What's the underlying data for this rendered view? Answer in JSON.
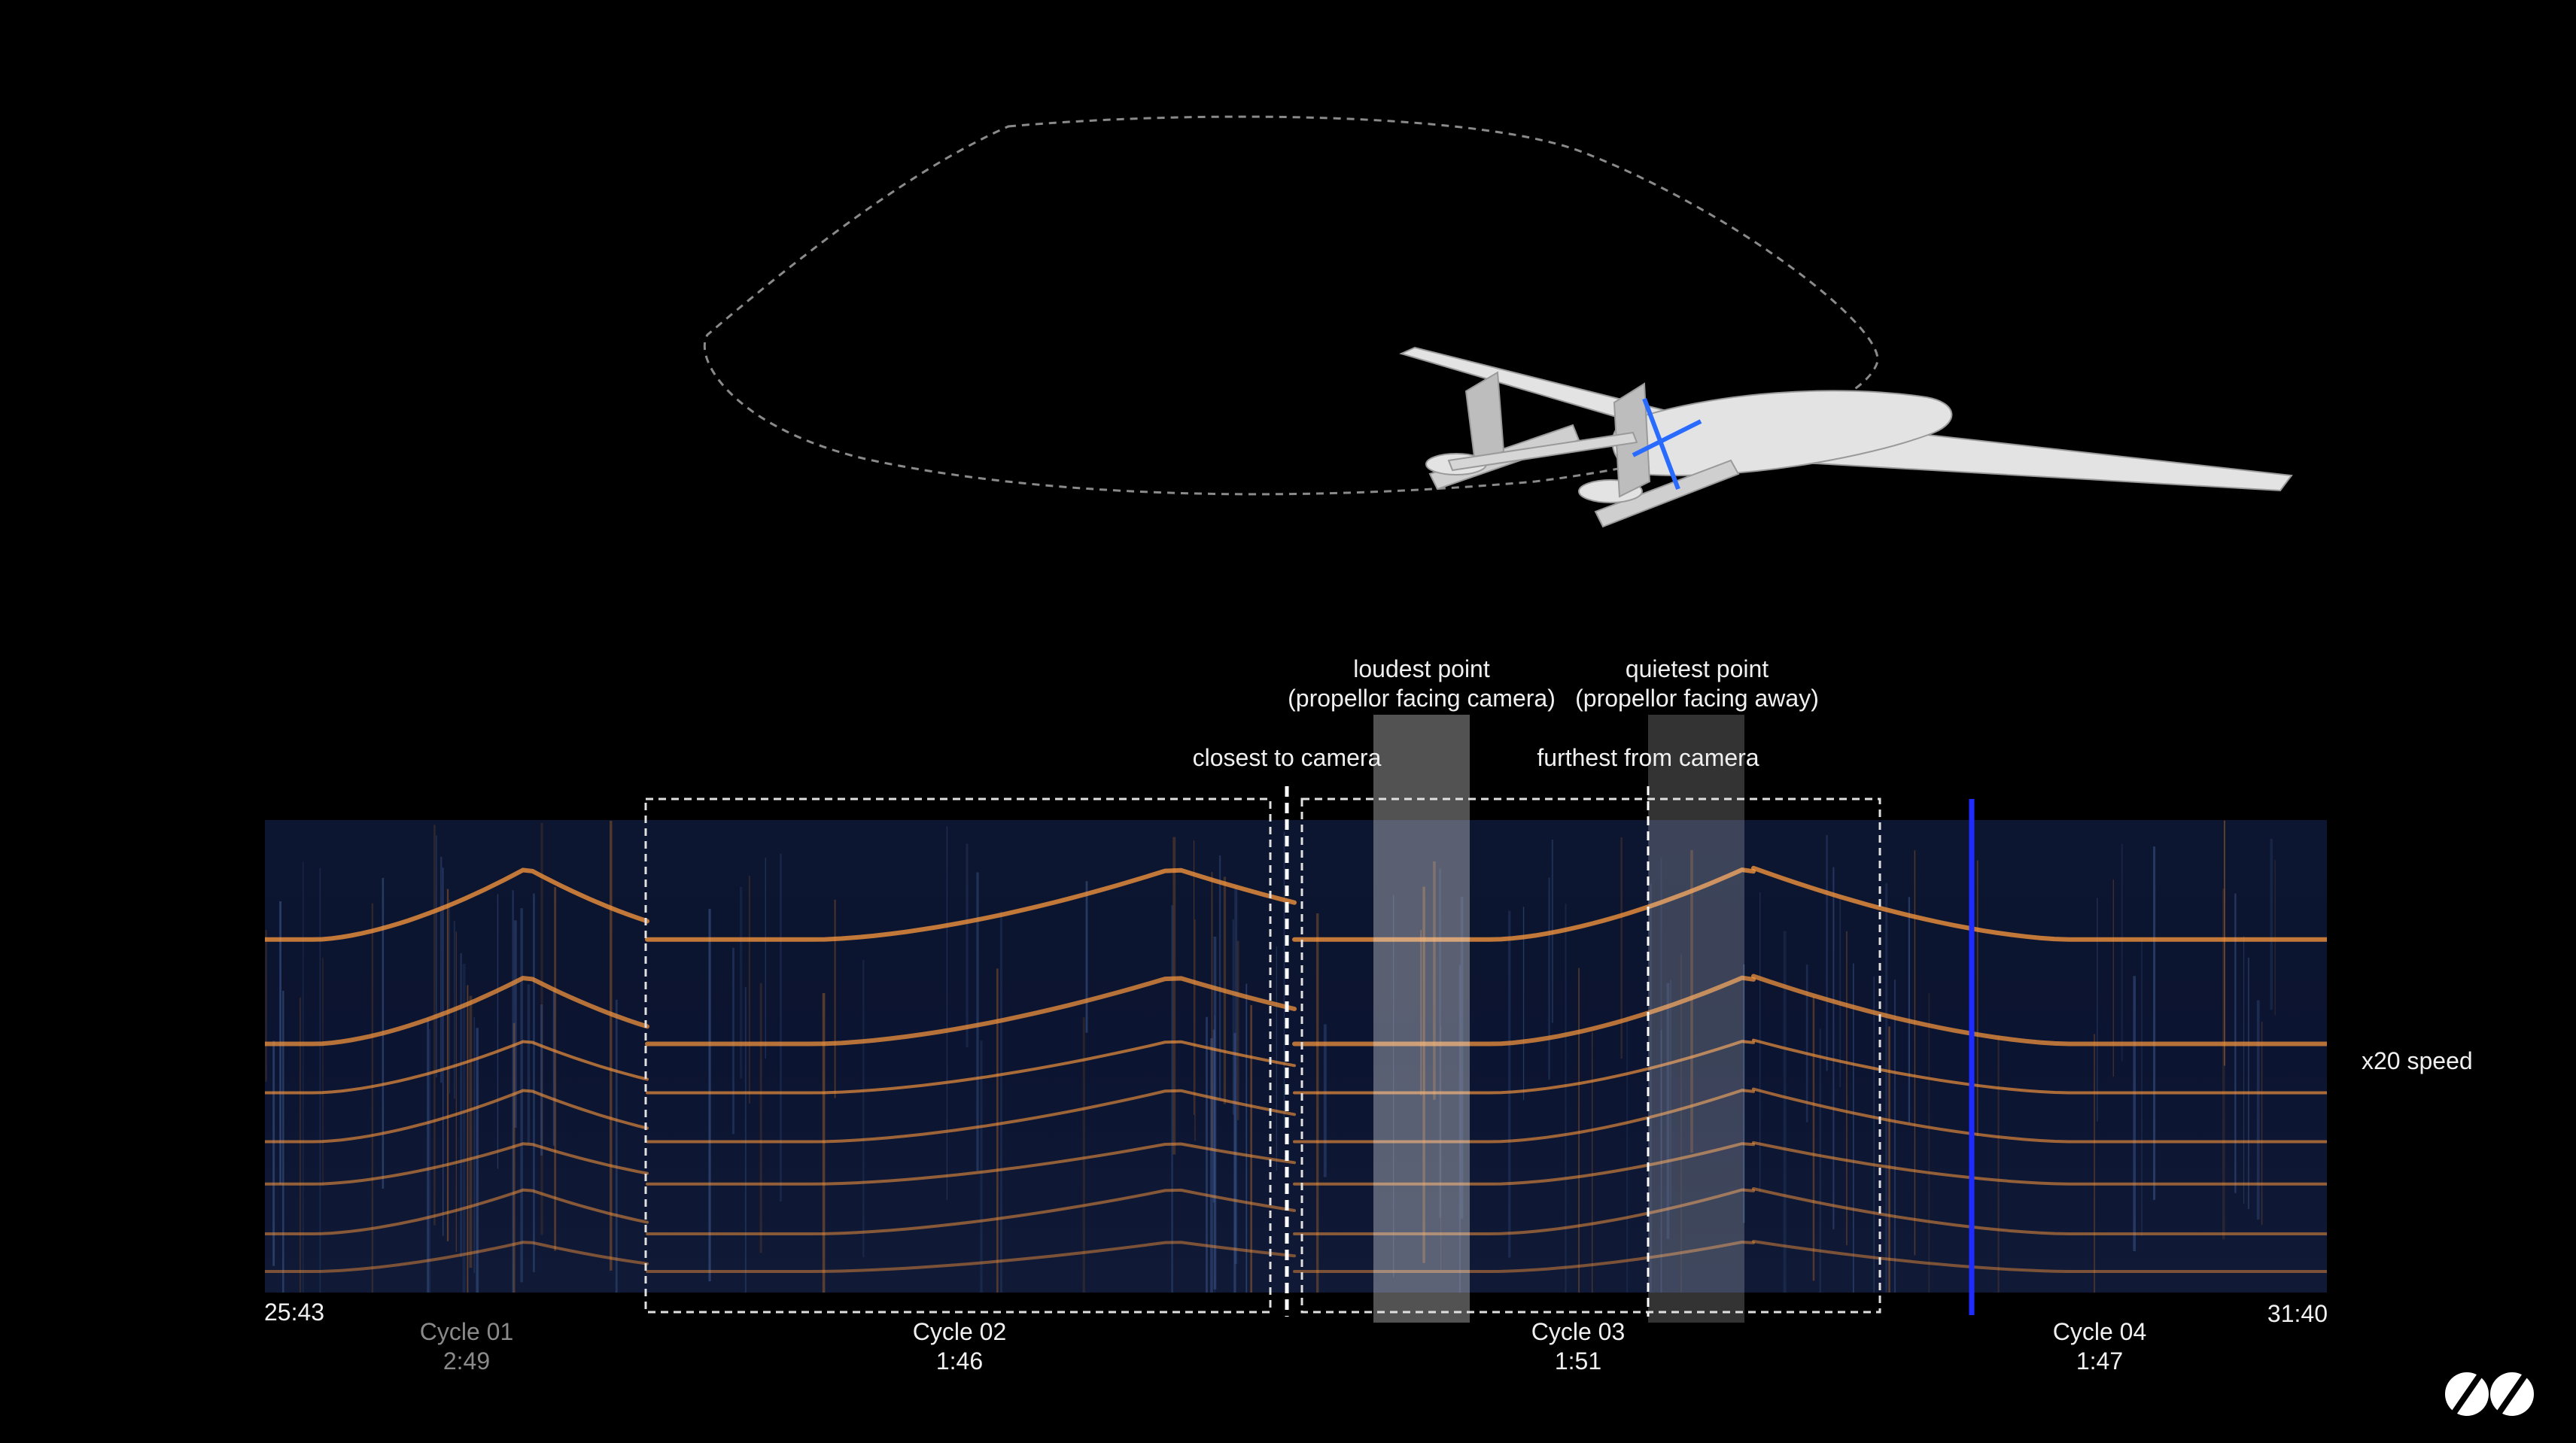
{
  "annotations": {
    "loudest": {
      "title": "loudest point",
      "detail": "(propellor facing camera)"
    },
    "quietest": {
      "title": "quietest point",
      "detail": "(propellor facing away)"
    },
    "closest": "closest to camera",
    "furthest": "furthest from camera"
  },
  "speed_label": "x20 speed",
  "time_start": "25:43",
  "time_end": "31:40",
  "cycles": [
    {
      "name": "Cycle 01",
      "duration": "2:49",
      "highlighted": false
    },
    {
      "name": "Cycle 02",
      "duration": "1:46",
      "highlighted": true
    },
    {
      "name": "Cycle 03",
      "duration": "1:51",
      "highlighted": true
    },
    {
      "name": "Cycle 04",
      "duration": "1:47",
      "highlighted": false
    }
  ],
  "colors": {
    "background": "#000000",
    "spectrogram_base": "#0a1226",
    "harmonic": "#ff9a3c",
    "playhead": "#1f2cff",
    "propeller": "#2a6bff",
    "aircraft": "#e6e6e6"
  },
  "icons": {
    "aircraft": "drone-aircraft-icon",
    "logo": "brand-logo-icon"
  }
}
